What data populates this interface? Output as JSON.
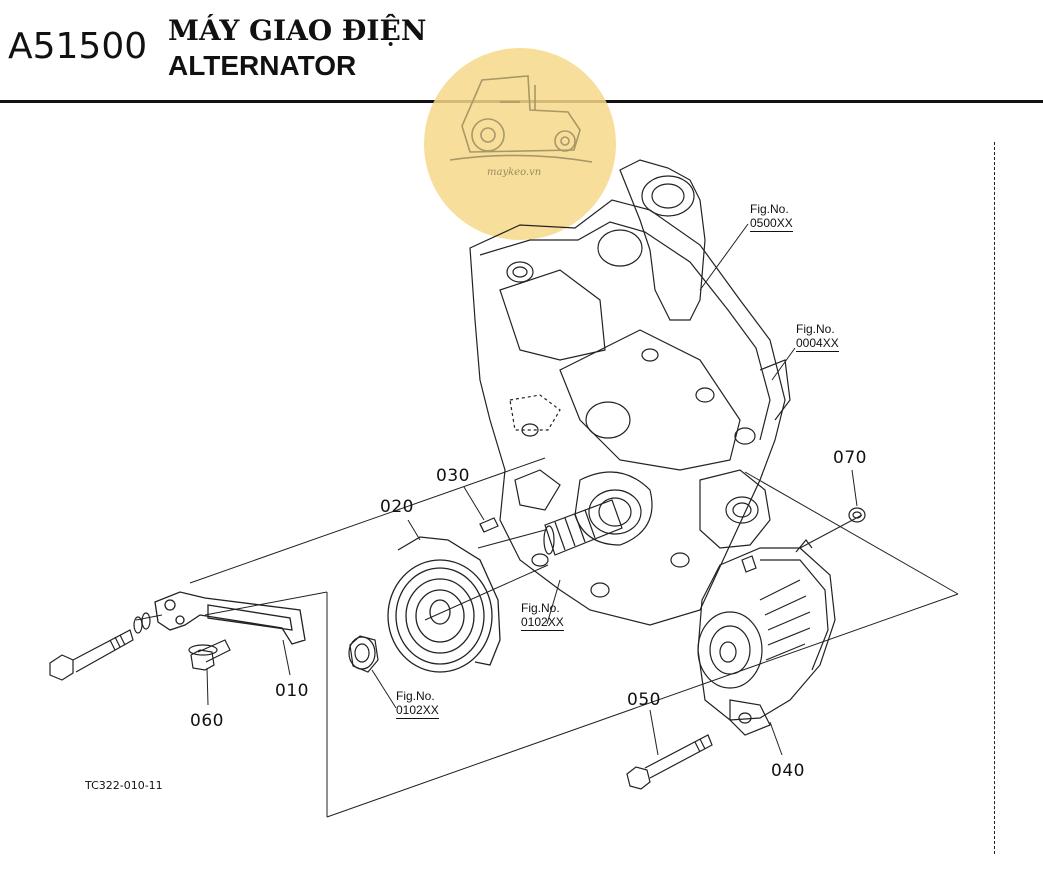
{
  "header": {
    "code": "A51500",
    "title_vi": "MÁY GIAO ĐIỆN",
    "title_en": "ALTERNATOR"
  },
  "watermark": {
    "text": "maykeo.vn",
    "color": "#f5d98a"
  },
  "callouts": {
    "p010": "010",
    "p020": "020",
    "p030": "030",
    "p040": "040",
    "p050": "050",
    "p060": "060",
    "p070": "070"
  },
  "fig_refs": {
    "r0500": {
      "label": "Fig.No.",
      "num": "0500XX"
    },
    "r0004": {
      "label": "Fig.No.",
      "num": "0004XX"
    },
    "r0102a": {
      "label": "Fig.No.",
      "num": "0102XX"
    },
    "r0102b": {
      "label": "Fig.No.",
      "num": "0102XX"
    }
  },
  "drawing_code": "TC322-010-11"
}
